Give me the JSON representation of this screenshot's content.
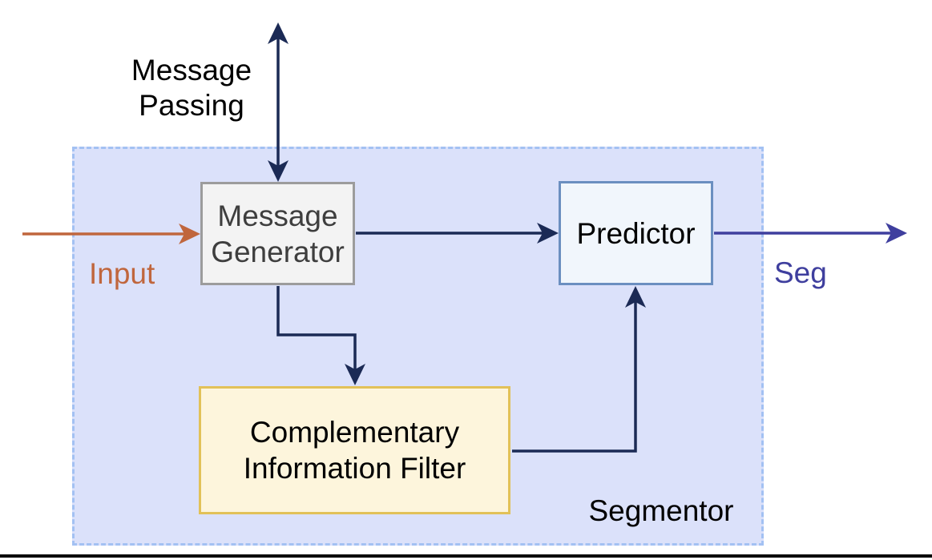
{
  "diagram": {
    "title_area": {
      "message_passing_line1": "Message",
      "message_passing_line2": "Passing"
    },
    "container": {
      "label": "Segmentor"
    },
    "nodes": {
      "message_generator": {
        "line1": "Message",
        "line2": "Generator"
      },
      "predictor": {
        "label": "Predictor"
      },
      "complementary_information_filter": {
        "line1": "Complementary",
        "line2": "Information Filter"
      }
    },
    "edge_labels": {
      "input": "Input",
      "seg": "Seg"
    },
    "colors": {
      "arrow_navy": "#1b2a55",
      "arrow_orange": "#c0663d",
      "arrow_indigo": "#3f3f9e",
      "container_fill": "#dbe1fa",
      "container_border": "#a3c1f3",
      "message_generator_fill": "#f3f3f3",
      "message_generator_border": "#9c9c9c",
      "message_generator_text": "#3e3e3e",
      "predictor_fill": "#f1f6fc",
      "predictor_border": "#6b8fc0",
      "filter_fill": "#fdf5dc",
      "filter_border": "#e2c158",
      "bottom_rule": "#000000"
    }
  }
}
